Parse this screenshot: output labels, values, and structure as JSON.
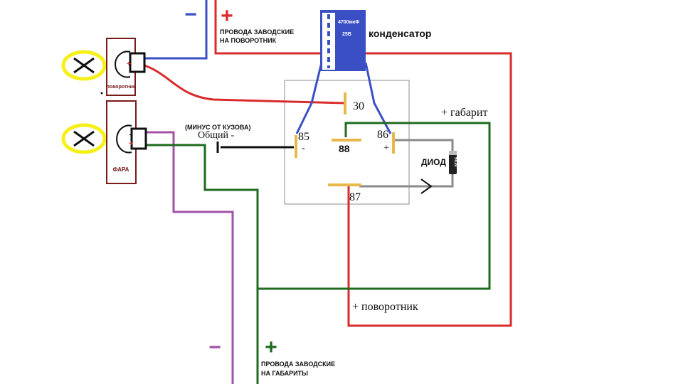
{
  "labels": {
    "factory_wires_turn": "ПРОВОДА ЗАВОДСКИЕ\nНА ПОВОРОТНИК",
    "factory_wires_parking": "ПРОВОДА ЗАВОДСКИЕ\nНА ГАБАРИТЫ",
    "capacitor": "конденсатор",
    "capacitor_value": "4700мкФ",
    "capacitor_voltage": "25В",
    "minus_from_body": "(МИНУС ОТ КУЗОВА)",
    "common_minus": "Общий -",
    "plus_parking": "+ габарит",
    "plus_turn": "+ поворотник",
    "diode": "ДИОД",
    "diode_marking": "5819",
    "turn_signal_lamp": "поворотник",
    "headlight": "ФАРА"
  },
  "signs": {
    "minus": "−",
    "plus": "+"
  },
  "relay": {
    "pin_30": "30",
    "pin_85": "85",
    "pin_86": "86",
    "pin_87": "87",
    "pin_88": "88",
    "sign_85": "-",
    "sign_86": "+"
  },
  "colors": {
    "blue": "#3b4fc4",
    "red": "#d92b2b",
    "green": "#1f6b1f",
    "purple": "#a352a8",
    "black": "#111111",
    "gray": "#8a8a8a",
    "lamp_yellow": "#f5f01a",
    "maroon": "#7a1a1a",
    "pin_gold": "#e8b84a"
  }
}
